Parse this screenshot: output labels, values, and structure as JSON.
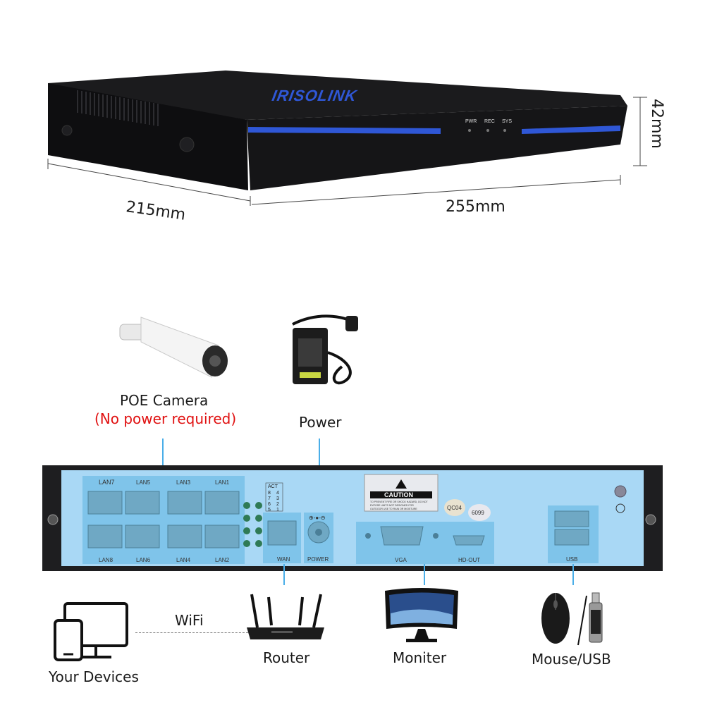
{
  "product": {
    "brand": "IRISOLINK",
    "indicators": [
      "PWR",
      "REC",
      "SYS"
    ]
  },
  "dimensions": {
    "depth": "215mm",
    "width": "255mm",
    "height": "42mm"
  },
  "accessories": {
    "camera_label": "POE Camera",
    "camera_note": "(No power required)",
    "power_label": "Power"
  },
  "rear_panel": {
    "lan_top": [
      "LAN7",
      "LAN5",
      "LAN3",
      "LAN1"
    ],
    "lan_bottom": [
      "LAN8",
      "LAN6",
      "LAN4",
      "LAN2"
    ],
    "act_header": "ACT",
    "act_rows": [
      [
        "8",
        "4"
      ],
      [
        "7",
        "3"
      ],
      [
        "6",
        "2"
      ],
      [
        "5",
        "1"
      ]
    ],
    "wan": "WAN",
    "power": "POWER",
    "caution_title": "CAUTION",
    "caution_text": [
      "TO PREVENT FIRE OR SHOCK HAZARD, DO NOT",
      "EXPOSE UNITS NOT DESIGNED FOR",
      "OUTDOOR USE TO RAIN OR MOISTURE"
    ],
    "qc": "QC04",
    "serial": "6099",
    "vga": "VGA",
    "hdout": "HD-OUT",
    "usb": "USB"
  },
  "devices": {
    "your_devices": "Your Devices",
    "wifi": "WiFi",
    "router": "Router",
    "monitor": "Moniter",
    "mouse_usb": "Mouse/USB"
  },
  "colors": {
    "accent_blue": "#2f57d6",
    "panel_blue": "#a9d8f5",
    "line_blue": "#4aaee8",
    "caution_red": "#e01010"
  }
}
